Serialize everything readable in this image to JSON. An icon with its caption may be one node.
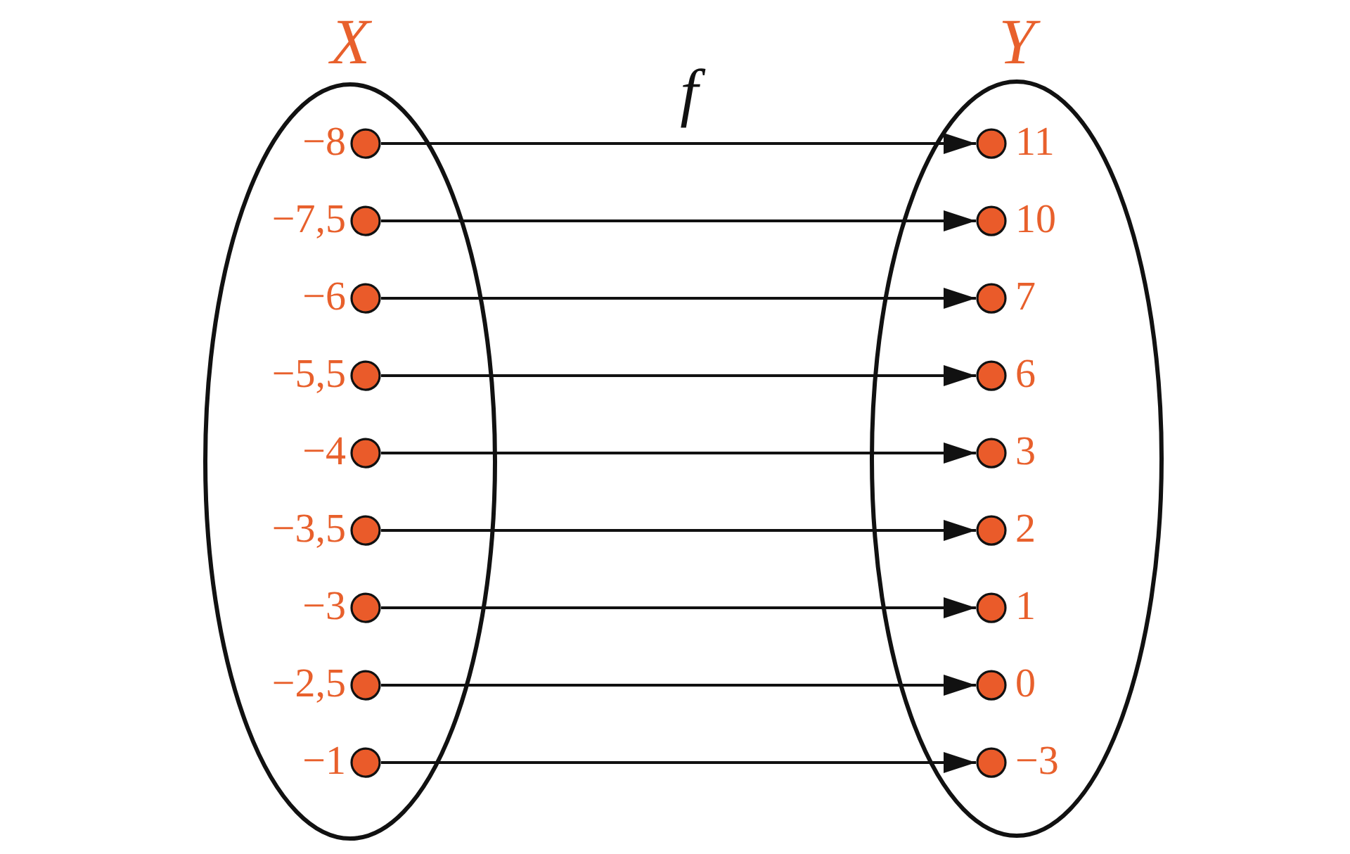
{
  "diagram": {
    "nodes": [
      {
        "text": [
          "X"
        ]
      },
      {
        "text": [],
        "shape": "circle",
        "beside": [
          "−8"
        ],
        "in": 0
      },
      {
        "text": [],
        "shape": "circle",
        "beside": [
          "−7,5"
        ],
        "in": 0
      },
      {
        "text": [],
        "shape": "circle",
        "beside": [
          "−6"
        ],
        "in": 0
      },
      {
        "text": [],
        "shape": "circle",
        "beside": [
          "−5,5"
        ],
        "in": 0
      },
      {
        "text": [],
        "shape": "circle",
        "beside": [
          "−4"
        ],
        "in": 0
      },
      {
        "text": [],
        "shape": "circle",
        "beside": [
          "−3,5"
        ],
        "in": 0
      },
      {
        "text": [],
        "shape": "circle",
        "beside": [
          "−3"
        ],
        "in": 0
      },
      {
        "text": [],
        "shape": "circle",
        "beside": [
          "−2,5"
        ],
        "in": 0
      },
      {
        "text": [],
        "shape": "circle",
        "beside": [
          "−1"
        ],
        "in": 0
      },
      {
        "text": [
          "Y"
        ]
      },
      {
        "text": [],
        "shape": "circle",
        "beside": [
          "11"
        ],
        "in": 10
      },
      {
        "text": [],
        "shape": "circle",
        "beside": [
          "10"
        ],
        "in": 10
      },
      {
        "text": [],
        "shape": "circle",
        "beside": [
          "7"
        ],
        "in": 10
      },
      {
        "text": [],
        "shape": "circle",
        "beside": [
          "6"
        ],
        "in": 10
      },
      {
        "text": [],
        "shape": "circle",
        "beside": [
          "3"
        ],
        "in": 10
      },
      {
        "text": [],
        "shape": "circle",
        "beside": [
          "2"
        ],
        "in": 10
      },
      {
        "text": [],
        "shape": "circle",
        "beside": [
          "1"
        ],
        "in": 10
      },
      {
        "text": [],
        "shape": "circle",
        "beside": [
          "0"
        ],
        "in": 10
      },
      {
        "text": [],
        "shape": "circle",
        "beside": [
          "−3"
        ],
        "in": 10
      }
    ],
    "edges": [
      {
        "from": 1,
        "to": 11,
        "arrow": "to"
      },
      {
        "from": 2,
        "to": 12,
        "arrow": "to"
      },
      {
        "from": 3,
        "to": 13,
        "arrow": "to"
      },
      {
        "from": 4,
        "to": 14,
        "arrow": "to"
      },
      {
        "from": 5,
        "to": 15,
        "arrow": "to"
      },
      {
        "from": 6,
        "to": 16,
        "arrow": "to"
      },
      {
        "from": 7,
        "to": 17,
        "arrow": "to"
      },
      {
        "from": 8,
        "to": 18,
        "arrow": "to"
      },
      {
        "from": 9,
        "to": 19,
        "arrow": "to"
      }
    ],
    "labels": [
      "f"
    ]
  }
}
